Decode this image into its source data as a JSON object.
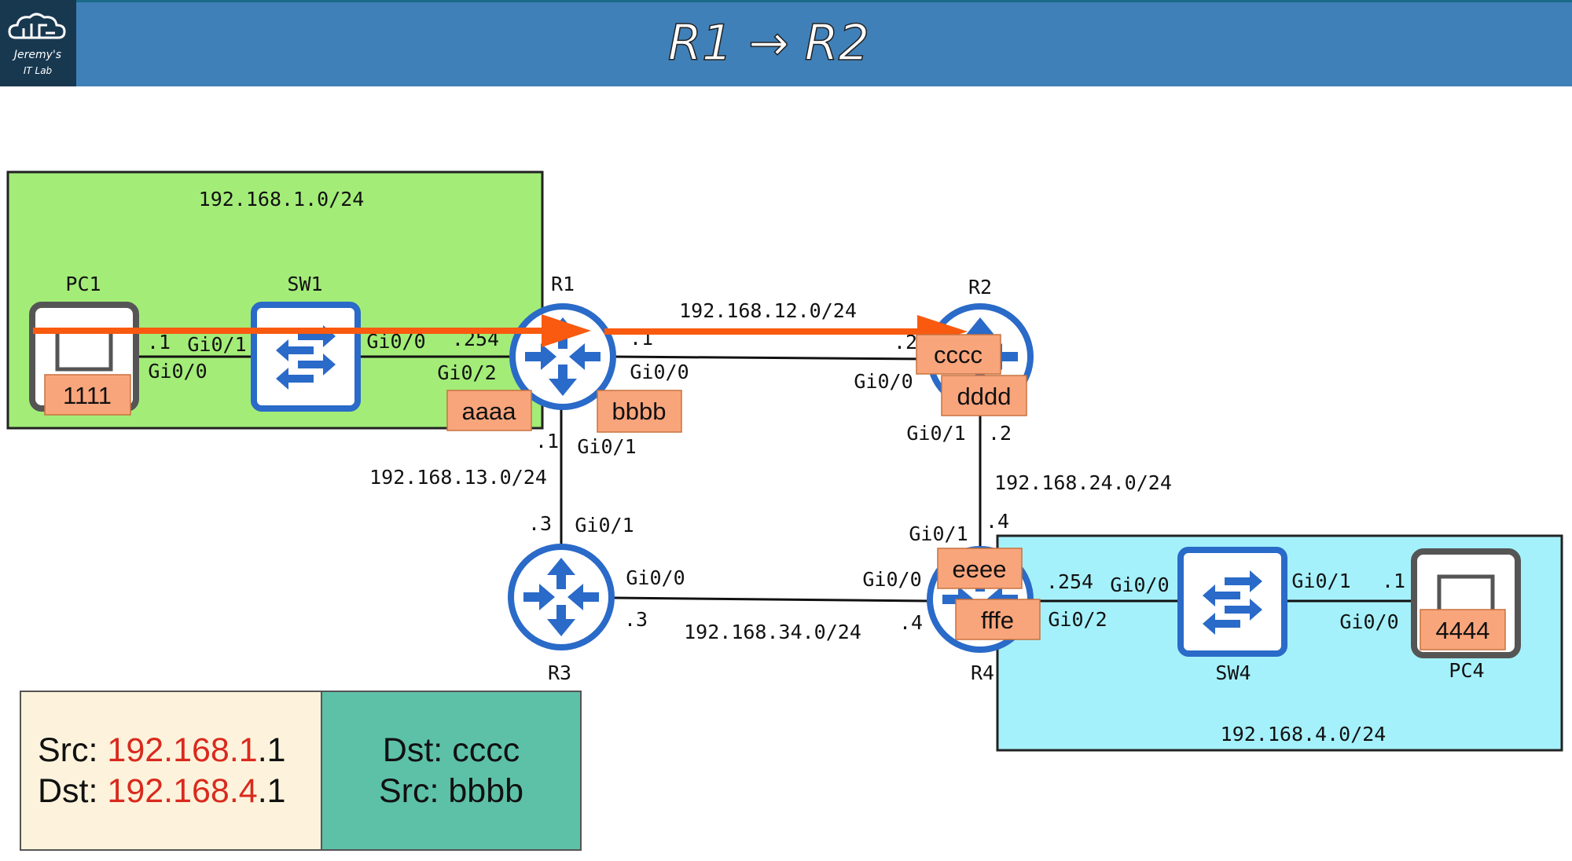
{
  "header": {
    "title": "R1 → R2",
    "logo_text_line1": "Jeremy's",
    "logo_text_line2": "IT Lab",
    "colors": {
      "bar": "#4080b8",
      "logo_bg": "#183850"
    }
  },
  "subnets": {
    "lan1": "192.168.1.0/24",
    "r1_r2": "192.168.12.0/24",
    "r1_r3": "192.168.13.0/24",
    "r2_r4": "192.168.24.0/24",
    "r3_r4": "192.168.34.0/24",
    "lan4": "192.168.4.0/24"
  },
  "devices": {
    "pc1": "PC1",
    "sw1": "SW1",
    "r1": "R1",
    "r2": "R2",
    "r3": "R3",
    "r4": "R4",
    "sw4": "SW4",
    "pc4": "PC4"
  },
  "interfaces": {
    "pc1_ip": ".1",
    "sw1_gi01": "Gi0/1",
    "pc1_gi00": "Gi0/0",
    "sw1_gi00": "Gi0/0",
    "r1_lan_ip": ".254",
    "r1_gi02": "Gi0/2",
    "r1_r2_ip": ".1",
    "r1_gi00": "Gi0/0",
    "r2_r1_ip": ".2",
    "r2_gi00": "Gi0/0",
    "r1_gi01": "Gi0/1",
    "r1_r3_ip": ".1",
    "r2_gi01": "Gi0/1",
    "r2_r4_ip": ".2",
    "r3_r1_ip": ".3",
    "r3_gi01": "Gi0/1",
    "r4_gi01": "Gi0/1",
    "r4_r2_ip": ".4",
    "r3_gi00": "Gi0/0",
    "r3_r4_ip": ".3",
    "r4_gi00": "Gi0/0",
    "r4_r3_ip": ".4",
    "r4_lan_ip": ".254",
    "sw4_gi00": "Gi0/0",
    "r4_gi02": "Gi0/2",
    "sw4_gi01": "Gi0/1",
    "pc4_ip": ".1",
    "pc4_gi00": "Gi0/0"
  },
  "mac_labels": {
    "pc1": "1111",
    "r1_gi02": "aaaa",
    "r1_gi00": "bbbb",
    "r2_gi00": "cccc",
    "r2_gi01": "dddd",
    "r4_gi01": "eeee",
    "r4_gi02": "fffe",
    "pc4": "4444"
  },
  "packet": {
    "l3": {
      "src_label": "Src: ",
      "src_net": "192.168.1",
      "src_host": ".1",
      "dst_label": "Dst: ",
      "dst_net": "192.168.4",
      "dst_host": ".1"
    },
    "l2": {
      "dst": "Dst: cccc",
      "src": "Src: bbbb"
    }
  },
  "colors": {
    "lan1": "#a3ec78",
    "lan4": "#a5f1fb",
    "arrow": "#f95a0f",
    "device_blue": "#2a6ac8",
    "mac_box": "#f9a57c",
    "l3_box": "#fdf3dc",
    "l2_box": "#5dc1a8",
    "ip_highlight": "#d92a1e"
  }
}
